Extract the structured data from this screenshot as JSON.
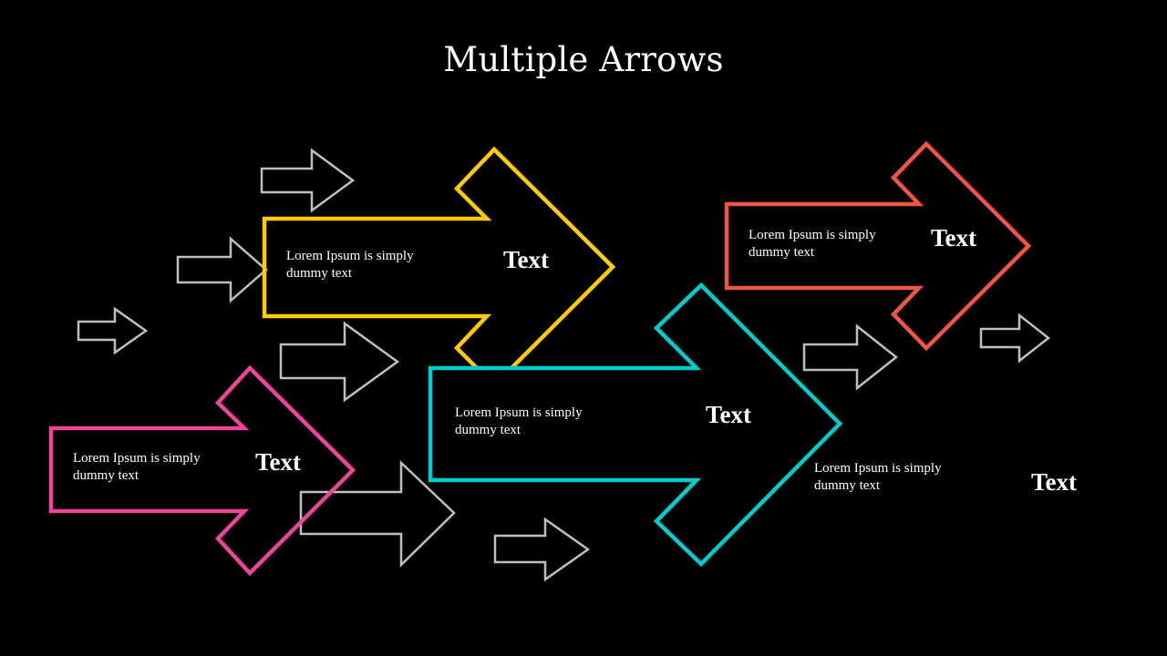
{
  "slide": {
    "title": "Multiple Arrows"
  },
  "colors": {
    "background": "#000000",
    "yellow": "#FFCC00",
    "cyan": "#00CCCC",
    "pink": "#EE4499",
    "red": "#EE5544",
    "outline_gray": "#BFBFBF"
  },
  "items": [
    {
      "heading": "Text",
      "description": "Lorem Ipsum is simply dummy text",
      "color": "#FFCC00"
    },
    {
      "heading": "Text",
      "description": "Lorem Ipsum is simply dummy text",
      "color": "#00CCCC"
    },
    {
      "heading": "Text",
      "description": "Lorem Ipsum is simply dummy text",
      "color": "#EE4499"
    },
    {
      "heading": "Text",
      "description": "Lorem Ipsum is simply dummy text",
      "color": "#EE5544"
    },
    {
      "heading": "Text",
      "description": "Lorem Ipsum is simply dummy text"
    }
  ]
}
